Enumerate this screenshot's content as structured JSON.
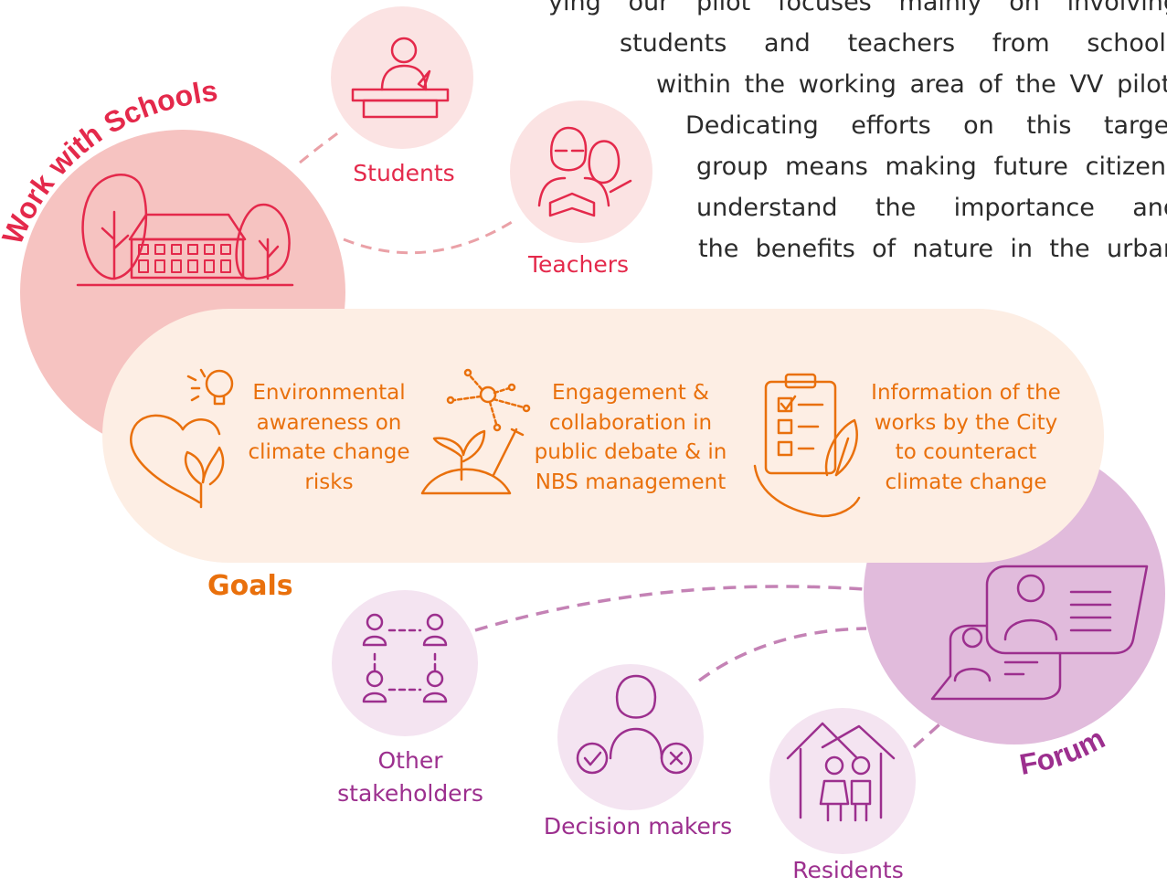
{
  "intro_lines": [
    "ying our pilot focuses mainly on involving",
    "students and teachers from schools",
    "within the working area of the VV pilot.",
    "Dedicating efforts on this target",
    "group means making future citizens",
    "understand the importance and",
    "the benefits of nature in the urban"
  ],
  "schools": {
    "title": "Work with Schools",
    "students_label": "Students",
    "teachers_label": "Teachers"
  },
  "goals": {
    "title": "Goals",
    "items": [
      {
        "icon": "heart-plant-icon",
        "text_lines": [
          "Environmental",
          "awareness on",
          "climate change",
          "risks"
        ]
      },
      {
        "icon": "network-plant-icon",
        "text_lines": [
          "Engagement &",
          "collaboration in",
          "public debate & in",
          "NBS management"
        ]
      },
      {
        "icon": "checklist-hand-icon",
        "text_lines": [
          "Information of the",
          "works by the City",
          "to counteract",
          "climate change"
        ]
      }
    ]
  },
  "forum": {
    "title": "Forum",
    "other_stakeholders_lines": [
      "Other",
      "stakeholders"
    ],
    "decision_makers_label": "Decision makers",
    "residents_label": "Residents"
  },
  "colors": {
    "red": "#e4294b",
    "orange": "#e9700c",
    "purple": "#9c2f8e",
    "pink_disc": "#f6c3c1",
    "pink_light": "#fbe3e3",
    "goals_band": "#fdeee4",
    "purple_disc": "#e1bbdc",
    "purple_light": "#f4e4f1"
  }
}
